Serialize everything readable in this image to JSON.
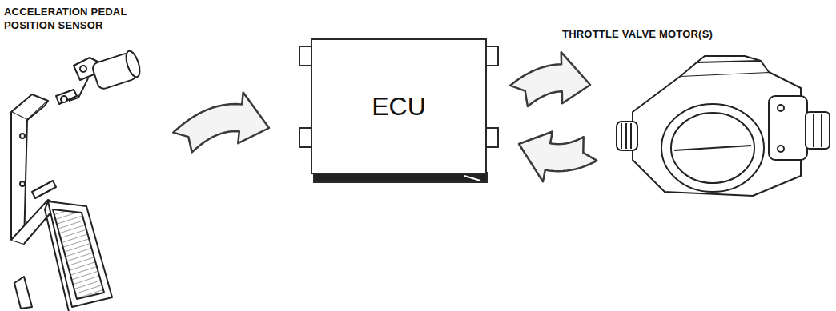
{
  "diagram": {
    "nodes": [
      {
        "text": [
          "ACCELERATION PEDAL POSITION SENSOR"
        ]
      },
      {
        "text": [
          "ECU"
        ]
      },
      {
        "text": [
          "THROTTLE VALVE MOTOR(S)"
        ]
      }
    ],
    "edges": [
      {
        "from": 0,
        "to": 1,
        "arrow": "to"
      },
      {
        "from": 1,
        "to": 2,
        "arrow": "to"
      },
      {
        "from": 2,
        "to": 1,
        "arrow": "to"
      }
    ]
  }
}
